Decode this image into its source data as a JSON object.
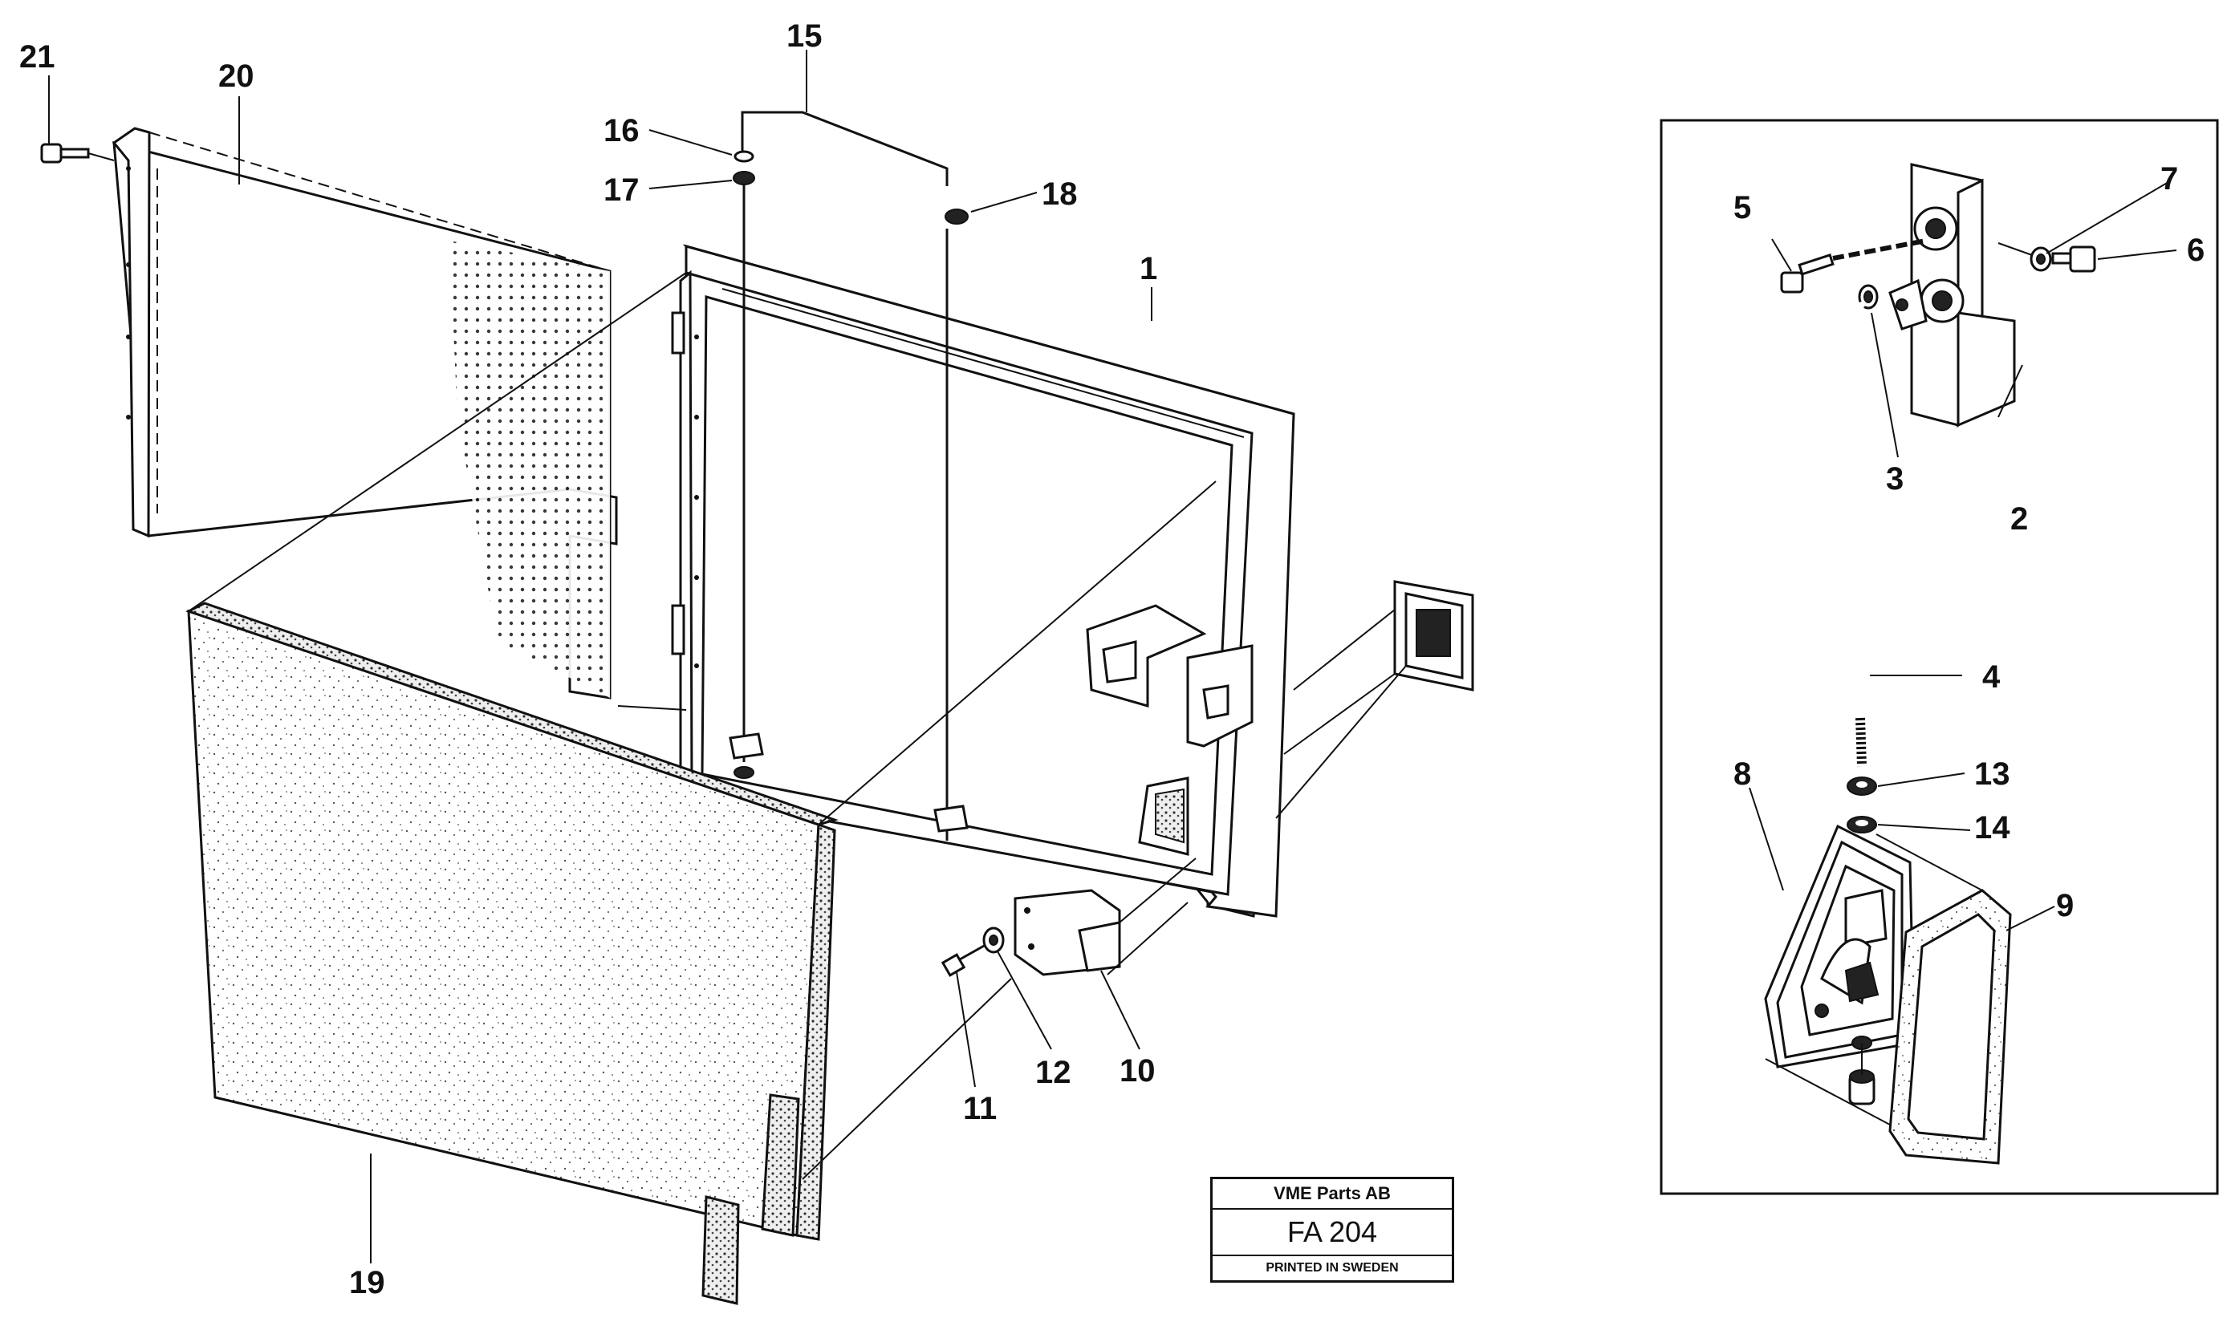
{
  "callouts": {
    "c1": "1",
    "c2": "2",
    "c3": "3",
    "c4": "4",
    "c5": "5",
    "c6": "6",
    "c7": "7",
    "c8": "8",
    "c9": "9",
    "c10": "10",
    "c11": "11",
    "c12": "12",
    "c13": "13",
    "c14": "14",
    "c15": "15",
    "c16": "16",
    "c17": "17",
    "c18": "18",
    "c19": "19",
    "c20": "20",
    "c21": "21"
  },
  "stamp": {
    "company": "VME Parts AB",
    "code": "FA 204",
    "printed": "PRINTED IN SWEDEN"
  }
}
